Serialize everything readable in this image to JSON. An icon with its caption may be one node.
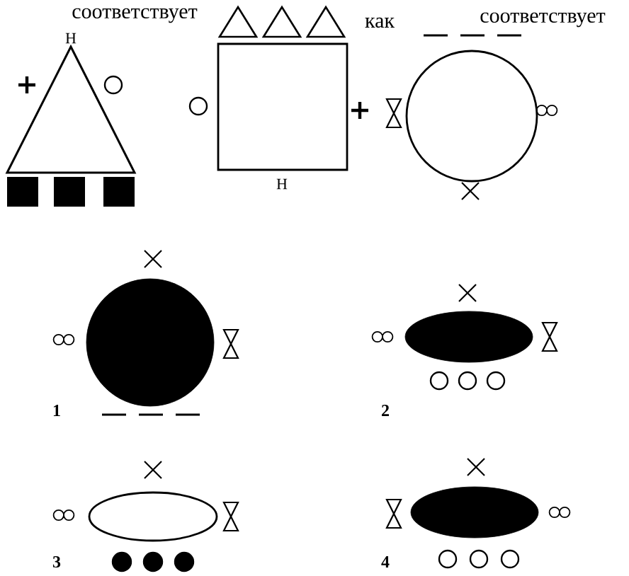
{
  "diagram": {
    "nodes": [
      {
        "text": [],
        "shape": "triangle"
      },
      {
        "text": [],
        "shape": "box"
      },
      {
        "text": [],
        "shape": "circle"
      },
      {
        "text": [],
        "shape": "circle"
      },
      {
        "text": [],
        "shape": "ellipse"
      },
      {
        "text": [],
        "shape": "ellipse"
      },
      {
        "text": [],
        "shape": "ellipse"
      }
    ],
    "labels": [
      "соответствует",
      "как",
      "соответствует",
      "Н",
      "Н",
      "1",
      "2",
      "3",
      "4"
    ]
  }
}
